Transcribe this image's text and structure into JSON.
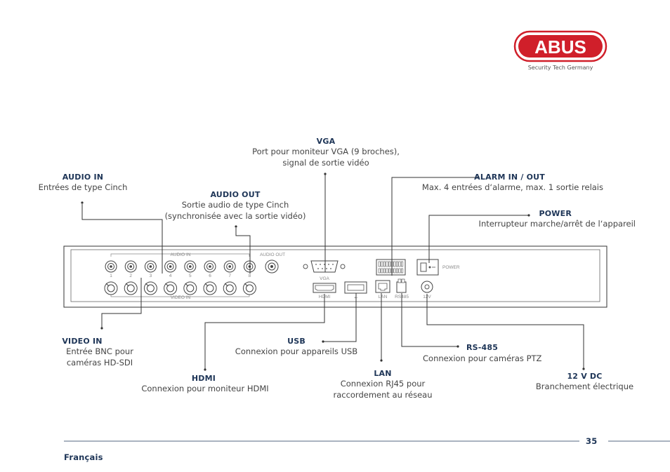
{
  "brand": {
    "logo": "ABUS",
    "tagline": "Security Tech Germany",
    "color": "#d01f2a"
  },
  "accent": "#1e3557",
  "labels": {
    "vga": {
      "title": "VGA",
      "desc1": "Port pour moniteur VGA (9 broches),",
      "desc2": "signal de sortie vidéo"
    },
    "audio_in": {
      "title": "AUDIO IN",
      "desc1": "Entrées de type Cinch"
    },
    "alarm": {
      "title": "ALARM IN / OUT",
      "desc1": "Max. 4 entrées d‘alarme, max. 1 sortie relais"
    },
    "audio_out": {
      "title": "AUDIO OUT",
      "desc1": "Sortie audio de type Cinch",
      "desc2": "(synchronisée avec la sortie vidéo)"
    },
    "power": {
      "title": "POWER",
      "desc1": "Interrupteur marche/arrêt de l‘appareil"
    },
    "video_in": {
      "title": "VIDEO IN",
      "desc1": "Entrée BNC pour",
      "desc2": "caméras HD-SDI"
    },
    "usb": {
      "title": "USB",
      "desc1": "Connexion pour appareils USB"
    },
    "rs485": {
      "title": "RS-485",
      "desc1": "Connexion pour caméras PTZ"
    },
    "hdmi": {
      "title": "HDMI",
      "desc1": "Connexion pour moniteur HDMI"
    },
    "lan": {
      "title": "LAN",
      "desc1": "Connexion RJ45 pour",
      "desc2": "raccordement au réseau"
    },
    "dc": {
      "title": "12 V DC",
      "desc1": "Branchement électrique"
    }
  },
  "panel": {
    "audio_in": "AUDIO IN",
    "audio_out": "AUDIO OUT",
    "video_in": "VIDEO IN",
    "vga": "VGA",
    "hdmi": "HDMI",
    "lan": "LAN",
    "rs485": "RS485",
    "v12": "12V",
    "power": "POWER",
    "channels": [
      "1",
      "2",
      "3",
      "4",
      "5",
      "6",
      "7",
      "8"
    ]
  },
  "footer": {
    "page": "35",
    "language": "Français"
  }
}
